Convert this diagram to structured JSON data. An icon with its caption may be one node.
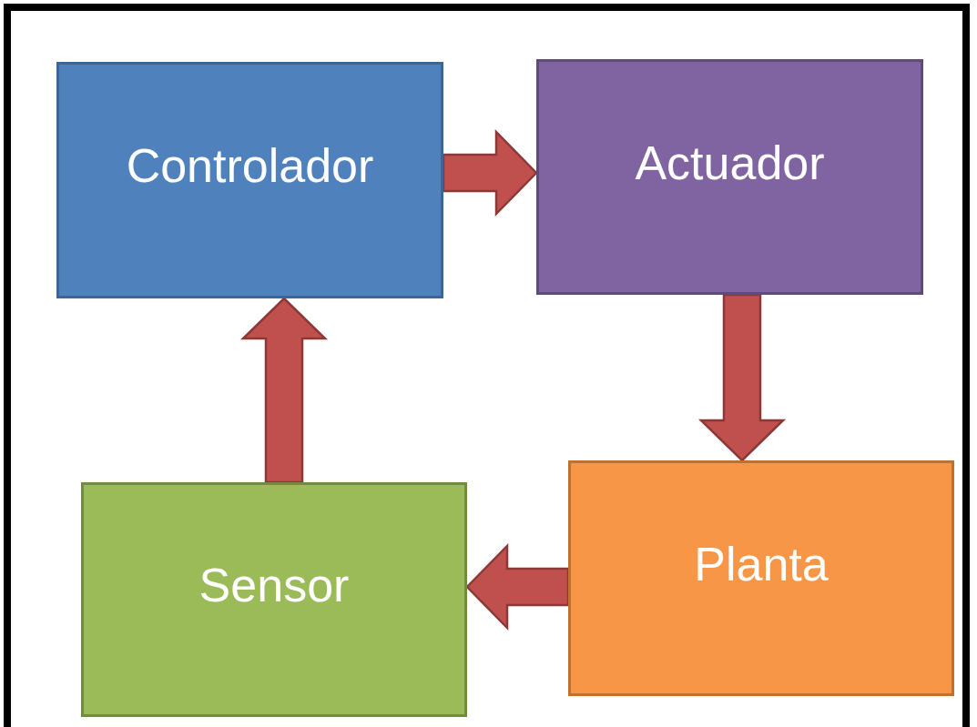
{
  "diagram": {
    "nodes": [
      {
        "text": [
          "Controlador"
        ]
      },
      {
        "text": [
          "Actuador"
        ]
      },
      {
        "text": [
          "Planta"
        ]
      },
      {
        "text": [
          "Sensor"
        ]
      }
    ],
    "edges": [
      {
        "from": 0,
        "to": 1,
        "arrow": "to"
      },
      {
        "from": 1,
        "to": 2,
        "arrow": "to"
      },
      {
        "from": 2,
        "to": 3,
        "arrow": "to"
      },
      {
        "from": 3,
        "to": 0,
        "arrow": "to"
      }
    ]
  }
}
